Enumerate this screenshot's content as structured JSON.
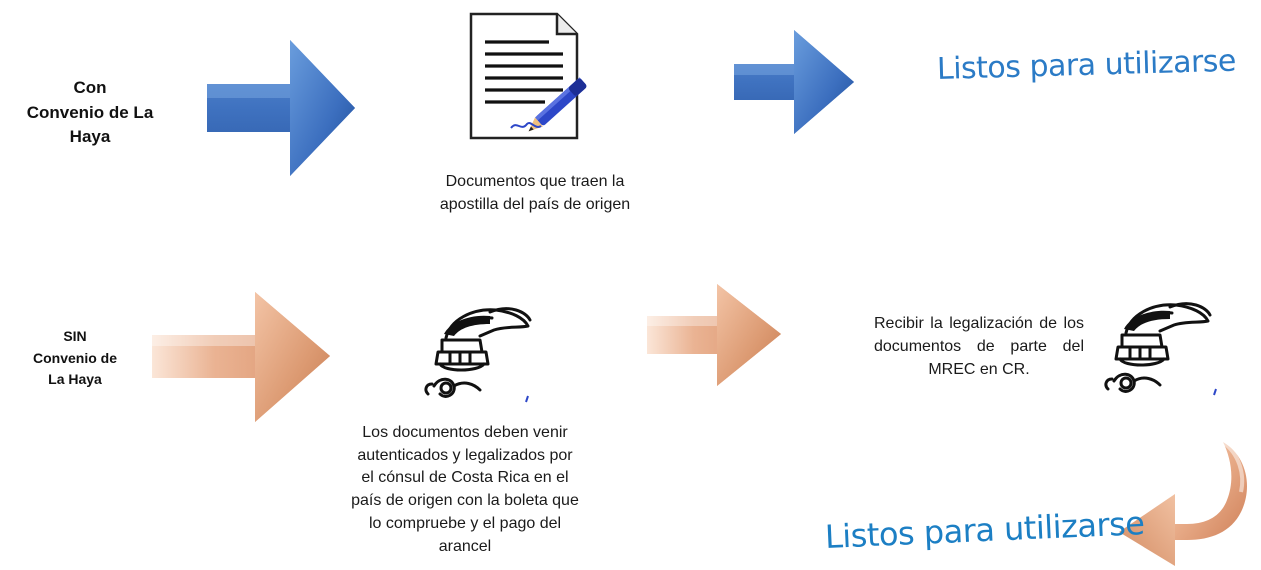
{
  "rows": {
    "con": {
      "label_lines": [
        "Con",
        "Convenio de La",
        "Haya"
      ],
      "document_caption_lines": [
        "Documentos que traen la",
        "apostilla del país de origen"
      ],
      "result": "Listos para utilizarse"
    },
    "sin": {
      "label_lines": [
        "SIN",
        "Convenio de",
        "La Haya"
      ],
      "process_caption_lines": [
        "Los documentos deben venir",
        "autenticados y legalizados por",
        "el cónsul de Costa Rica en el",
        "país de origen con la boleta que",
        "lo compruebe y el pago del",
        "arancel"
      ],
      "receive_text": "Recibir la legalización de los documentos de parte del MREC en CR.",
      "result": "Listos para utilizarse"
    }
  },
  "icons": {
    "document": "document-signing-icon",
    "stamp": "notary-seal-stamp-icon",
    "arrow": "arrow-right-icon",
    "return_arrow": "curved-return-arrow-icon"
  },
  "colors": {
    "blue_arrow": "#3f72c0",
    "orange_arrow": "#e0a27e",
    "result_text": "#2b7bc6"
  }
}
